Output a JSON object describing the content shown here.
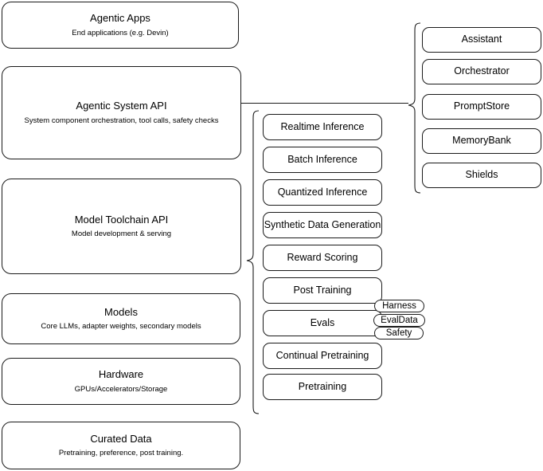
{
  "diagram": {
    "title": "LLM stack layered architecture",
    "background_color": "#ffffff",
    "stroke_color": "#1a1a1a"
  },
  "layers": [
    {
      "title": "Agentic Apps",
      "subtitle": "End applications (e.g. Devin)"
    },
    {
      "title": "Agentic System API",
      "subtitle": "System component orchestration, tool calls, safety checks"
    },
    {
      "title": "Model Toolchain API",
      "subtitle": "Model development & serving"
    },
    {
      "title": "Models",
      "subtitle": "Core LLMs, adapter weights, secondary models"
    },
    {
      "title": "Hardware",
      "subtitle": "GPUs/Accelerators/Storage"
    },
    {
      "title": "Curated Data",
      "subtitle": "Pretraining, preference, post training."
    }
  ],
  "toolchain_components": [
    {
      "label": "Realtime Inference"
    },
    {
      "label": "Batch Inference"
    },
    {
      "label": "Quantized Inference"
    },
    {
      "label": "Synthetic Data Generation"
    },
    {
      "label": "Reward Scoring"
    },
    {
      "label": "Post Training"
    },
    {
      "label": "Evals"
    },
    {
      "label": "Continual Pretraining"
    },
    {
      "label": "Pretraining"
    }
  ],
  "evals_subcomponents": [
    {
      "label": "Harness"
    },
    {
      "label": "EvalData"
    },
    {
      "label": "Safety"
    }
  ],
  "agentic_components": [
    {
      "label": "Assistant"
    },
    {
      "label": "Orchestrator"
    },
    {
      "label": "PromptStore"
    },
    {
      "label": "MemoryBank"
    },
    {
      "label": "Shields"
    }
  ]
}
